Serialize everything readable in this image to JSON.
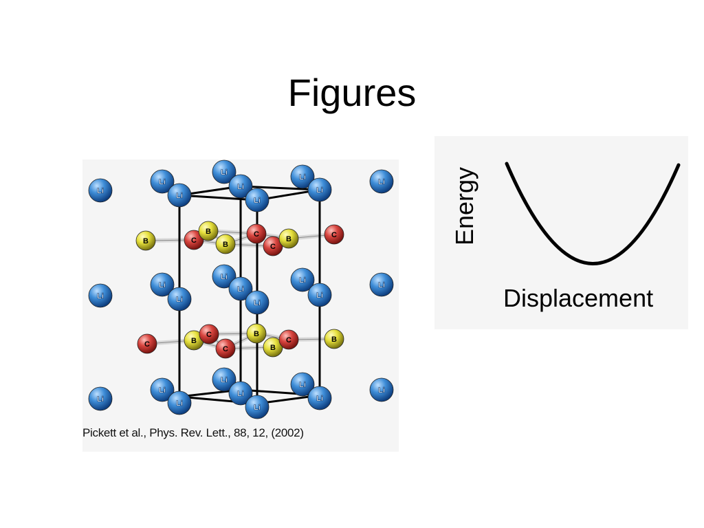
{
  "slide": {
    "title": "Figures"
  },
  "crystal": {
    "citation": "Pickett et al., Phys. Rev. Lett., 88, 12, (2002)",
    "atom_labels": {
      "lithium": "Li",
      "boron": "B",
      "carbon": "C"
    },
    "colors": {
      "lithium": "#3f8ed8",
      "boron": "#e6e03c",
      "carbon": "#d8453f",
      "bond": "#d8d8d8",
      "cell_edge": "#000000"
    }
  },
  "energy_plot": {
    "ylabel": "Energy",
    "xlabel": "Displacement",
    "curve_shape": "parabola",
    "color": "#000000"
  }
}
